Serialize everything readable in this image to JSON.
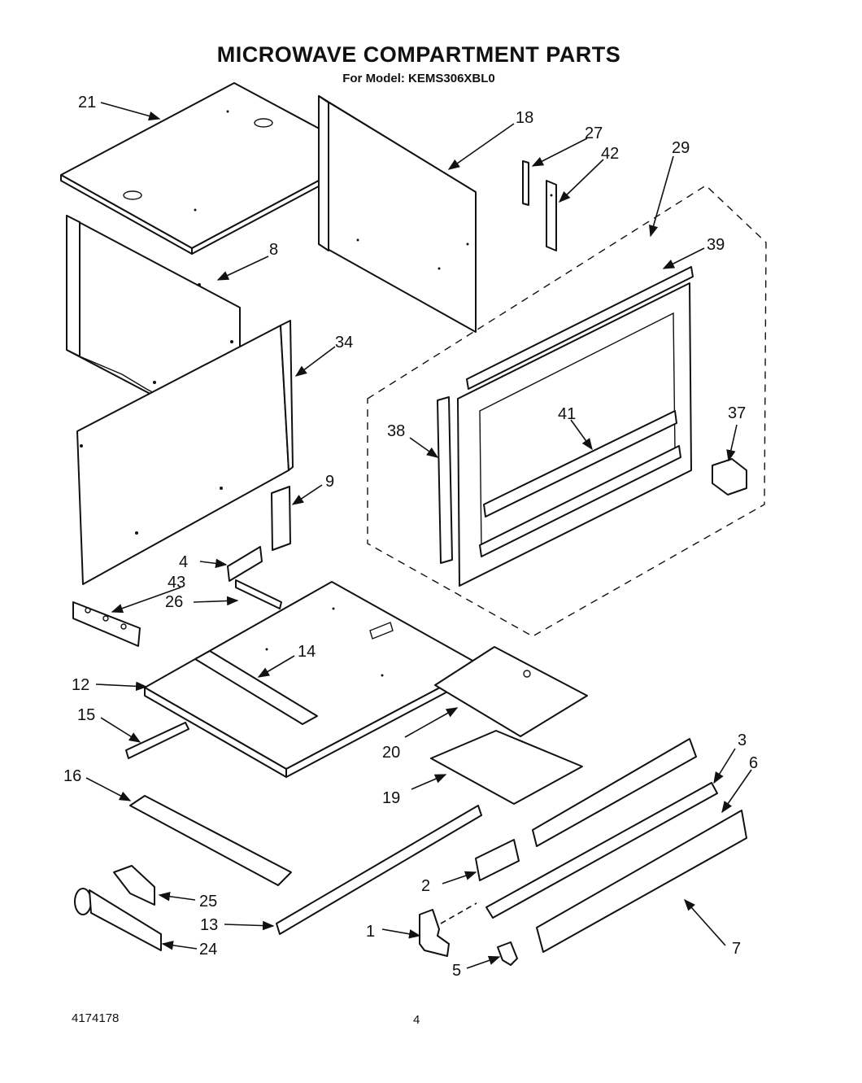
{
  "header": {
    "title": "MICROWAVE COMPARTMENT PARTS",
    "subtitle": "For Model: KEMS306XBL0"
  },
  "footer": {
    "doc_number": "4174178",
    "page_number": "4"
  },
  "callouts": {
    "p21": "21",
    "p18": "18",
    "p27": "27",
    "p42": "42",
    "p29": "29",
    "p8": "8",
    "p39": "39",
    "p34": "34",
    "p38": "38",
    "p41": "41",
    "p37": "37",
    "p9": "9",
    "p4": "4",
    "p43": "43",
    "p26": "26",
    "p14": "14",
    "p12": "12",
    "p15": "15",
    "p20": "20",
    "p3": "3",
    "p6": "6",
    "p16": "16",
    "p19": "19",
    "p2": "2",
    "p25": "25",
    "p13": "13",
    "p1": "1",
    "p24": "24",
    "p5": "5",
    "p7": "7"
  }
}
